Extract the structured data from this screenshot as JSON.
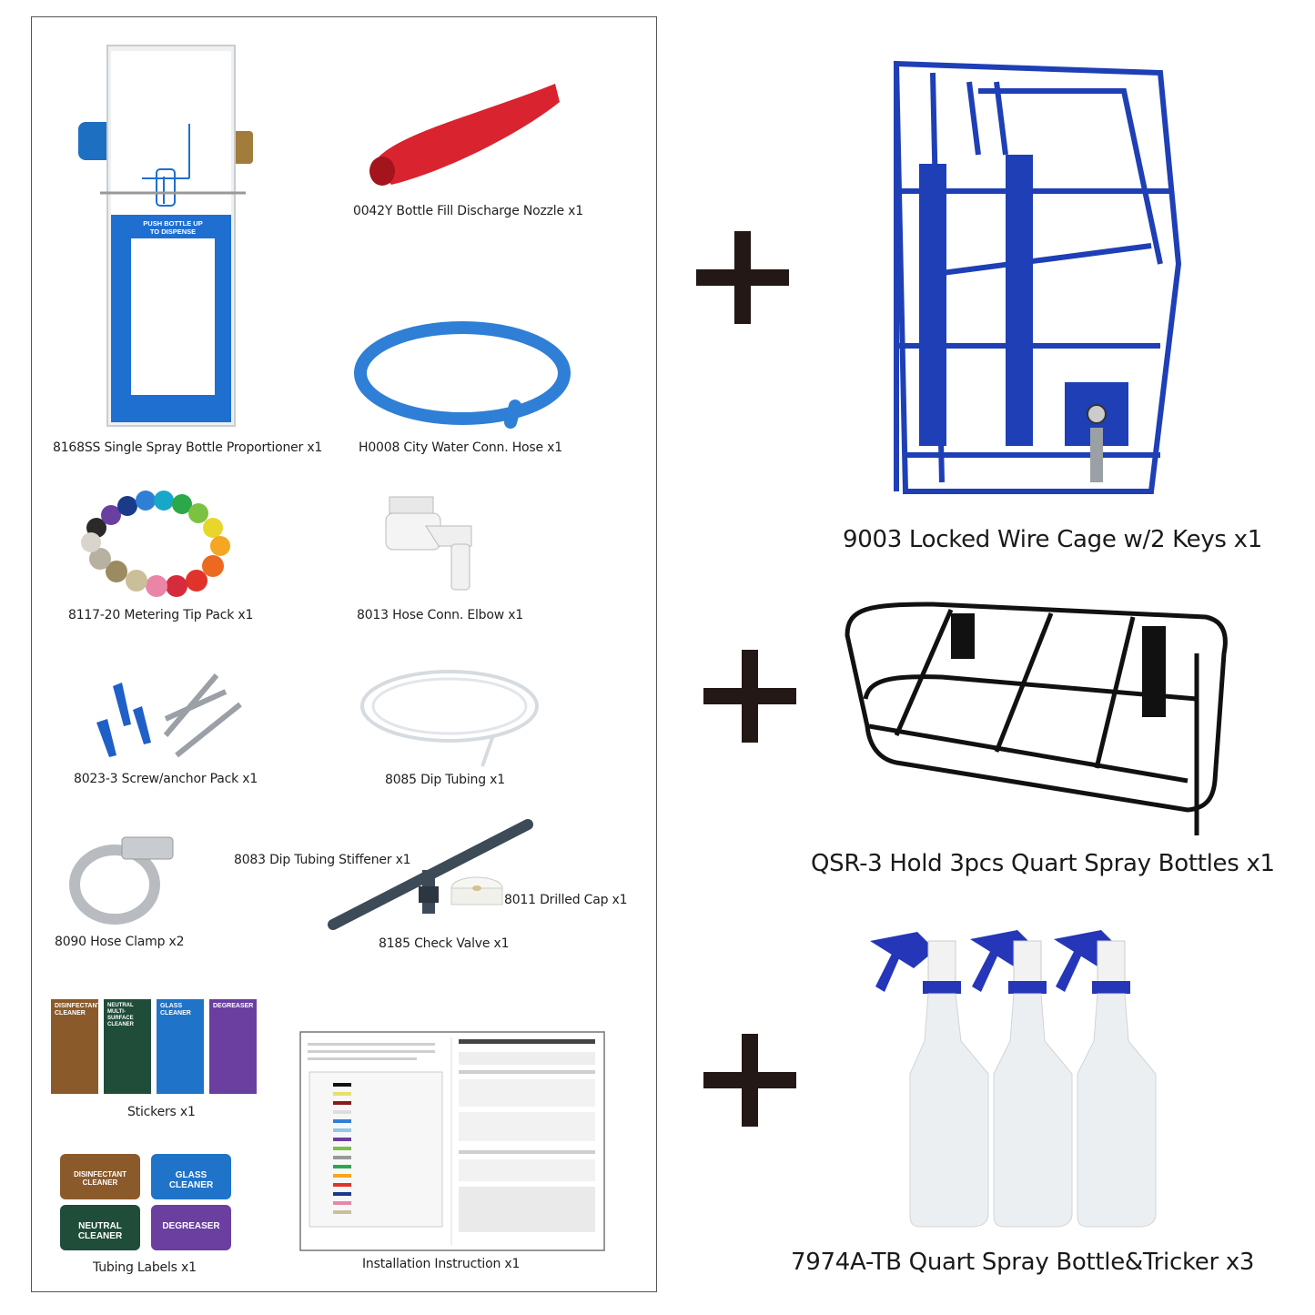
{
  "left_panel": {
    "items": [
      {
        "label": "8168SS Single Spray Bottle Proportioner x1",
        "device_text": "PUSH BOTTLE UP\nTO DISPENSE"
      },
      {
        "label": "0042Y Bottle Fill Discharge Nozzle x1"
      },
      {
        "label": "H0008 City Water Conn. Hose x1"
      },
      {
        "label": "8117-20 Metering Tip Pack x1"
      },
      {
        "label": "8013 Hose Conn. Elbow x1"
      },
      {
        "label": "8023-3 Screw/anchor Pack x1"
      },
      {
        "label": "8085 Dip Tubing x1"
      },
      {
        "label": "8083 Dip Tubing Stiffener x1"
      },
      {
        "label": "8011 Drilled Cap x1"
      },
      {
        "label": "8090 Hose Clamp x2"
      },
      {
        "label": "8185 Check Valve x1"
      },
      {
        "label": "Stickers x1"
      },
      {
        "label": "Tubing Labels x1"
      },
      {
        "label": "Installation Instruction x1"
      }
    ],
    "stickers": [
      "DISINFECTANT CLEANER",
      "NEUTRAL MULTI-SURFACE CLEANER",
      "GLASS CLEANER",
      "DEGREASER"
    ],
    "tubing_labels": [
      "DISINFECTANT CLEANER",
      "GLASS CLEANER",
      "NEUTRAL CLEANER",
      "DEGREASER"
    ]
  },
  "right_panel": {
    "items": [
      {
        "label": "9003 Locked Wire Cage w/2 Keys x1"
      },
      {
        "label": "QSR-3  Hold 3pcs Quart Spray Bottles x1"
      },
      {
        "label": "7974A-TB Quart Spray Bottle&Tricker x3"
      }
    ]
  },
  "colors": {
    "accent_blue": "#1f6fd0",
    "cage_blue": "#1e3fb5",
    "rack_black": "#111111",
    "nozzle_red": "#d9232e",
    "hose_blue": "#2f7fd6",
    "sticker_brown": "#8b5a2b",
    "sticker_green": "#1f4d3a",
    "sticker_blue": "#1f73c8",
    "sticker_purple": "#6a3fa0"
  }
}
